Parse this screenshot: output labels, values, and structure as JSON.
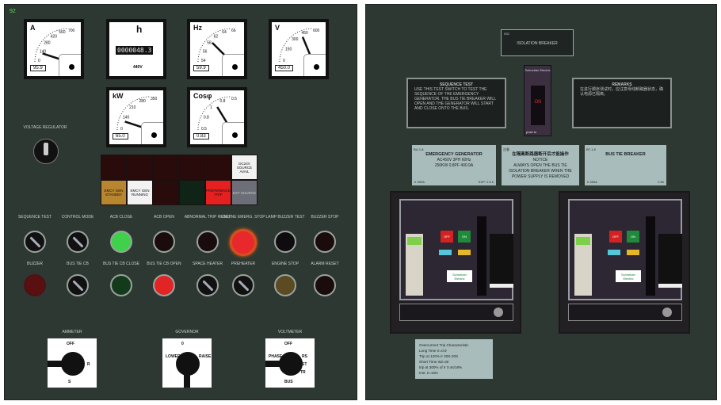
{
  "left_panel": {
    "panel_id": "92",
    "meters": [
      {
        "unit": "A",
        "scale": [
          "0",
          "140",
          "280",
          "420",
          "560",
          "700"
        ],
        "reading": "95.9",
        "value": 0.2
      },
      {
        "unit": "h",
        "counter": "0000048.3",
        "footer": "440V"
      },
      {
        "unit": "Hz",
        "scale": [
          "54",
          "56",
          "58",
          "62",
          "64",
          "66"
        ],
        "reading": "59.9",
        "value": 0.5
      },
      {
        "unit": "V",
        "scale": [
          "0",
          "150",
          "300",
          "450",
          "600"
        ],
        "reading": "450.0",
        "value": 0.75
      },
      {
        "unit": "kW",
        "scale": [
          "0",
          "140",
          "210",
          "280",
          "350"
        ],
        "reading": "65.0",
        "value": 0.2
      },
      {
        "unit": "Cosφ",
        "scale": [
          "0.5",
          "0.8",
          "1",
          "0.8",
          "0.5"
        ],
        "reading": "0.83",
        "value": 0.65
      }
    ],
    "voltage_regulator": {
      "label": "VOLTAGE REGULATOR"
    },
    "annunciators": [
      {
        "label": "",
        "color": "#2a0b0b"
      },
      {
        "label": "",
        "color": "#2a0b0b"
      },
      {
        "label": "",
        "color": "#2a0b0b"
      },
      {
        "label": "",
        "color": "#2a0b0b"
      },
      {
        "label": "",
        "color": "#2a0b0b"
      },
      {
        "label": "DC24V SOURCE AVAIL",
        "color": "#f2f2f2"
      },
      {
        "label": "EMCY GEN STANDBY",
        "color": "#b8862e"
      },
      {
        "label": "EMCY GEN RUNNING",
        "color": "#f2f2f2"
      },
      {
        "label": "",
        "color": "#2a0b0b"
      },
      {
        "label": "",
        "color": "#0f2416"
      },
      {
        "label": "PREFERENCE TRIP",
        "color": "#e52020"
      },
      {
        "label": "EXT SOURCE",
        "color": "#6d6f78"
      }
    ],
    "row1": [
      {
        "label": "SEQUENCE TEST",
        "type": "selector"
      },
      {
        "label": "CONTROL MODE",
        "type": "selector"
      },
      {
        "label": "ACB CLOSE",
        "type": "lamp",
        "color": "#3fd14a"
      },
      {
        "label": "ACB OPEN",
        "type": "lamp",
        "color": "#1a0c0c"
      },
      {
        "label": "ABNORMAL TRIP RESET",
        "type": "lamp",
        "color": "#1a0c0c"
      },
      {
        "label": "ENGINE EMERG. STOP",
        "type": "estop",
        "color": "#e8282c"
      },
      {
        "label": "LAMP BUZZER TEST",
        "type": "lamp",
        "color": "#0e0c0e"
      },
      {
        "label": "BUZZER STOP",
        "type": "lamp",
        "color": "#1a0c0c"
      }
    ],
    "row2": [
      {
        "label": "BUZZER",
        "type": "buzzer",
        "color": "#5a1010"
      },
      {
        "label": "BUS TIE CB",
        "type": "selector"
      },
      {
        "label": "BUS TIE CB CLOSE",
        "type": "lamp",
        "color": "#143a1c"
      },
      {
        "label": "BUS TIE CB OPEN",
        "type": "lamp",
        "color": "#e32424"
      },
      {
        "label": "SPACE HEATER",
        "type": "selector"
      },
      {
        "label": "PREHEATER",
        "type": "selector"
      },
      {
        "label": "ENGINE STOP",
        "type": "lamp",
        "color": "#5c4a22"
      },
      {
        "label": "ALARM RESET",
        "type": "lamp",
        "color": "#1a0c0c"
      }
    ],
    "switches": [
      {
        "label": "AMMETER",
        "positions": [
          "OFF",
          "R",
          "S"
        ]
      },
      {
        "label": "GOVERNOR",
        "positions": [
          "0",
          "LOWER",
          "RAISE"
        ]
      },
      {
        "label": "VOLTMETER",
        "positions": [
          "OFF",
          "PHASE",
          "RS",
          "ST",
          "TR",
          "BUS"
        ]
      }
    ]
  },
  "right_panel": {
    "isolation": {
      "tag": "ISO",
      "title": "ISOLATION BREAKER"
    },
    "sequence_plate": {
      "title": "SEQUENCE TEST",
      "text": "USE THIS TEST SWITCH TO TEST THE SEQUENCE OF THE EMERGENCY GENERATOR. THE BUS TIE BREAKER WILL OPEN AND THE GENERATOR WILL START AND CLOSE ONTO THE BUS."
    },
    "remarks_plate": {
      "title": "REMARKS",
      "text": "在进行顺序测试时，应注意母线断路器状态，确认电源已隔离。"
    },
    "isolation_switch": {
      "brand": "Schneider Electric",
      "state": "ON",
      "footer": "push to"
    },
    "info": [
      {
        "tag": "BU-1.8",
        "title": "EMERGENCY GENERATOR",
        "line1": "AC450V 3PH 60Hz",
        "line2": "250KW 0.8PF 400.9A",
        "footer_left": "Ir 400A",
        "footer_right": "EXP: 2.5 lr"
      },
      {
        "tag": "注意",
        "title": "在隔离断路器断开后才能操作",
        "line1": "NOTICE",
        "line2": "ALWAYS OPEN THE BUS TIE ISOLATION BREAKER WHEN THE POWER SUPPLY IS REMOVED"
      },
      {
        "tag": "BT-1.8",
        "title": "BUS TIE BREAKER",
        "footer_left": "Ir 400A",
        "footer_right": "2.5lr"
      }
    ],
    "breakers": [
      {
        "off": "OFF",
        "on": "ON",
        "brand": "Schneider Electric"
      },
      {
        "off": "OFF",
        "on": "ON",
        "brand": "Schneider Electric"
      }
    ],
    "trip_note": [
      "Overcurrent Trip Characteristic",
      "Long Time Ir=0.9",
      "Trip at 120% Ir 20S-30S",
      "Short Time Isd=3Ir",
      "trip at 300% of Ir 0.4s/18%",
      "Inst. Ii=10In"
    ]
  }
}
